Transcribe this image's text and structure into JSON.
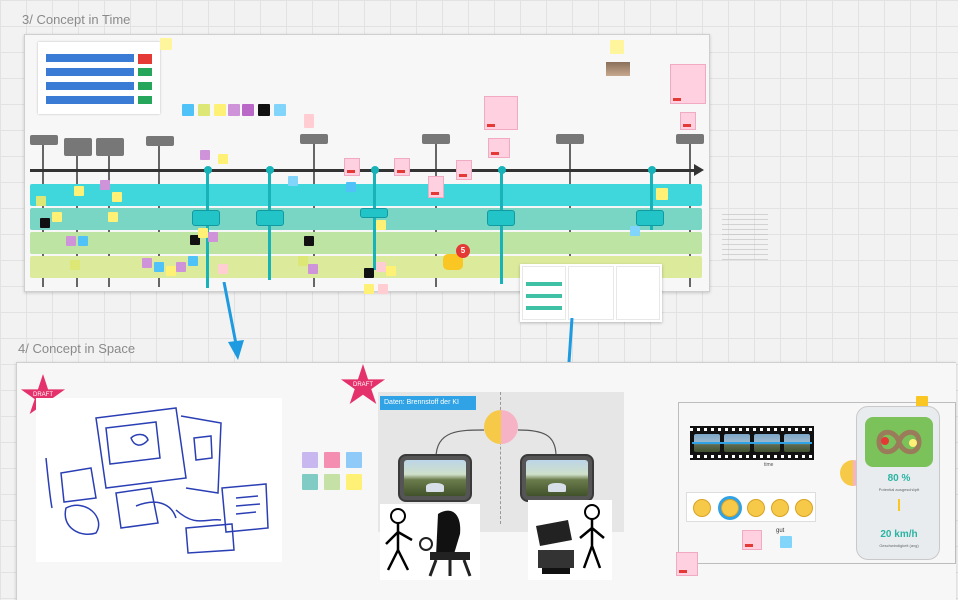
{
  "section_time": {
    "label": "3/ Concept in Time"
  },
  "section_space": {
    "label": "4/ Concept in Space"
  },
  "stars": [
    {
      "label": "DRAFT"
    },
    {
      "label": "DRAFT"
    }
  ],
  "daten_label": "Daten: Brennstoff der KI",
  "notification_count": "5",
  "dashboard": {
    "percent": "80 %",
    "speed": "20 km/h",
    "percent_caption": "Potential ausgeschöpft",
    "speed_caption": "Geschwindigkeit (avg)",
    "film_caption": "time",
    "emoji_caption": "gut"
  },
  "colors": {
    "lane_cyan": "#3fd6dc",
    "lane_teal": "#79d6c4",
    "lane_green": "#bde4a2",
    "lane_yellow": "#dcea9c",
    "arrow_blue": "#1e9be0",
    "star_pink": "#e5316b"
  }
}
